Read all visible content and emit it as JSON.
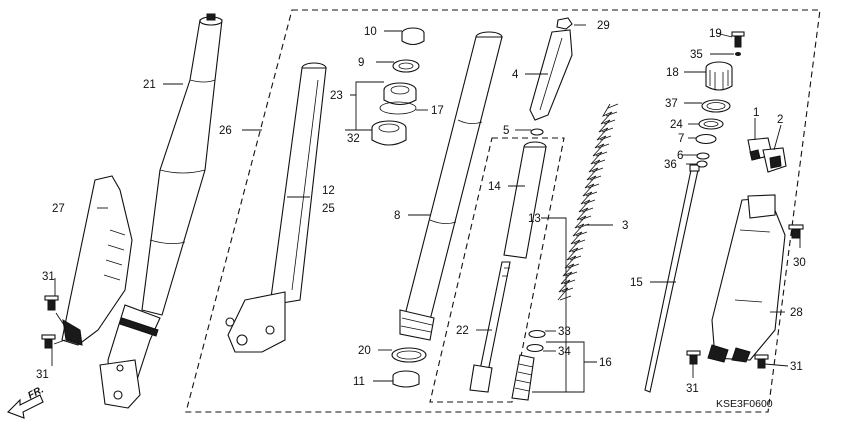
{
  "diagram": {
    "code": "KSE3F0600",
    "direction_label": "FR.",
    "callouts": [
      {
        "id": "n1",
        "label": "1"
      },
      {
        "id": "n2",
        "label": "2"
      },
      {
        "id": "n3",
        "label": "3"
      },
      {
        "id": "n4",
        "label": "4"
      },
      {
        "id": "n5",
        "label": "5"
      },
      {
        "id": "n6",
        "label": "6"
      },
      {
        "id": "n7",
        "label": "7"
      },
      {
        "id": "n8",
        "label": "8"
      },
      {
        "id": "n9",
        "label": "9"
      },
      {
        "id": "n10",
        "label": "10"
      },
      {
        "id": "n11",
        "label": "11"
      },
      {
        "id": "n12",
        "label": "12"
      },
      {
        "id": "n13",
        "label": "13"
      },
      {
        "id": "n14",
        "label": "14"
      },
      {
        "id": "n15",
        "label": "15"
      },
      {
        "id": "n16",
        "label": "16"
      },
      {
        "id": "n17",
        "label": "17"
      },
      {
        "id": "n18",
        "label": "18"
      },
      {
        "id": "n19",
        "label": "19"
      },
      {
        "id": "n20",
        "label": "20"
      },
      {
        "id": "n21",
        "label": "21"
      },
      {
        "id": "n22",
        "label": "22"
      },
      {
        "id": "n23",
        "label": "23"
      },
      {
        "id": "n24",
        "label": "24"
      },
      {
        "id": "n25",
        "label": "25"
      },
      {
        "id": "n26",
        "label": "26"
      },
      {
        "id": "n27",
        "label": "27"
      },
      {
        "id": "n28",
        "label": "28"
      },
      {
        "id": "n29",
        "label": "29"
      },
      {
        "id": "n30",
        "label": "30"
      },
      {
        "id": "n31a",
        "label": "31"
      },
      {
        "id": "n31b",
        "label": "31"
      },
      {
        "id": "n31c",
        "label": "31"
      },
      {
        "id": "n31d",
        "label": "31"
      },
      {
        "id": "n32",
        "label": "32"
      },
      {
        "id": "n33",
        "label": "33"
      },
      {
        "id": "n34",
        "label": "34"
      },
      {
        "id": "n35",
        "label": "35"
      },
      {
        "id": "n36",
        "label": "36"
      },
      {
        "id": "n37",
        "label": "37"
      }
    ]
  }
}
